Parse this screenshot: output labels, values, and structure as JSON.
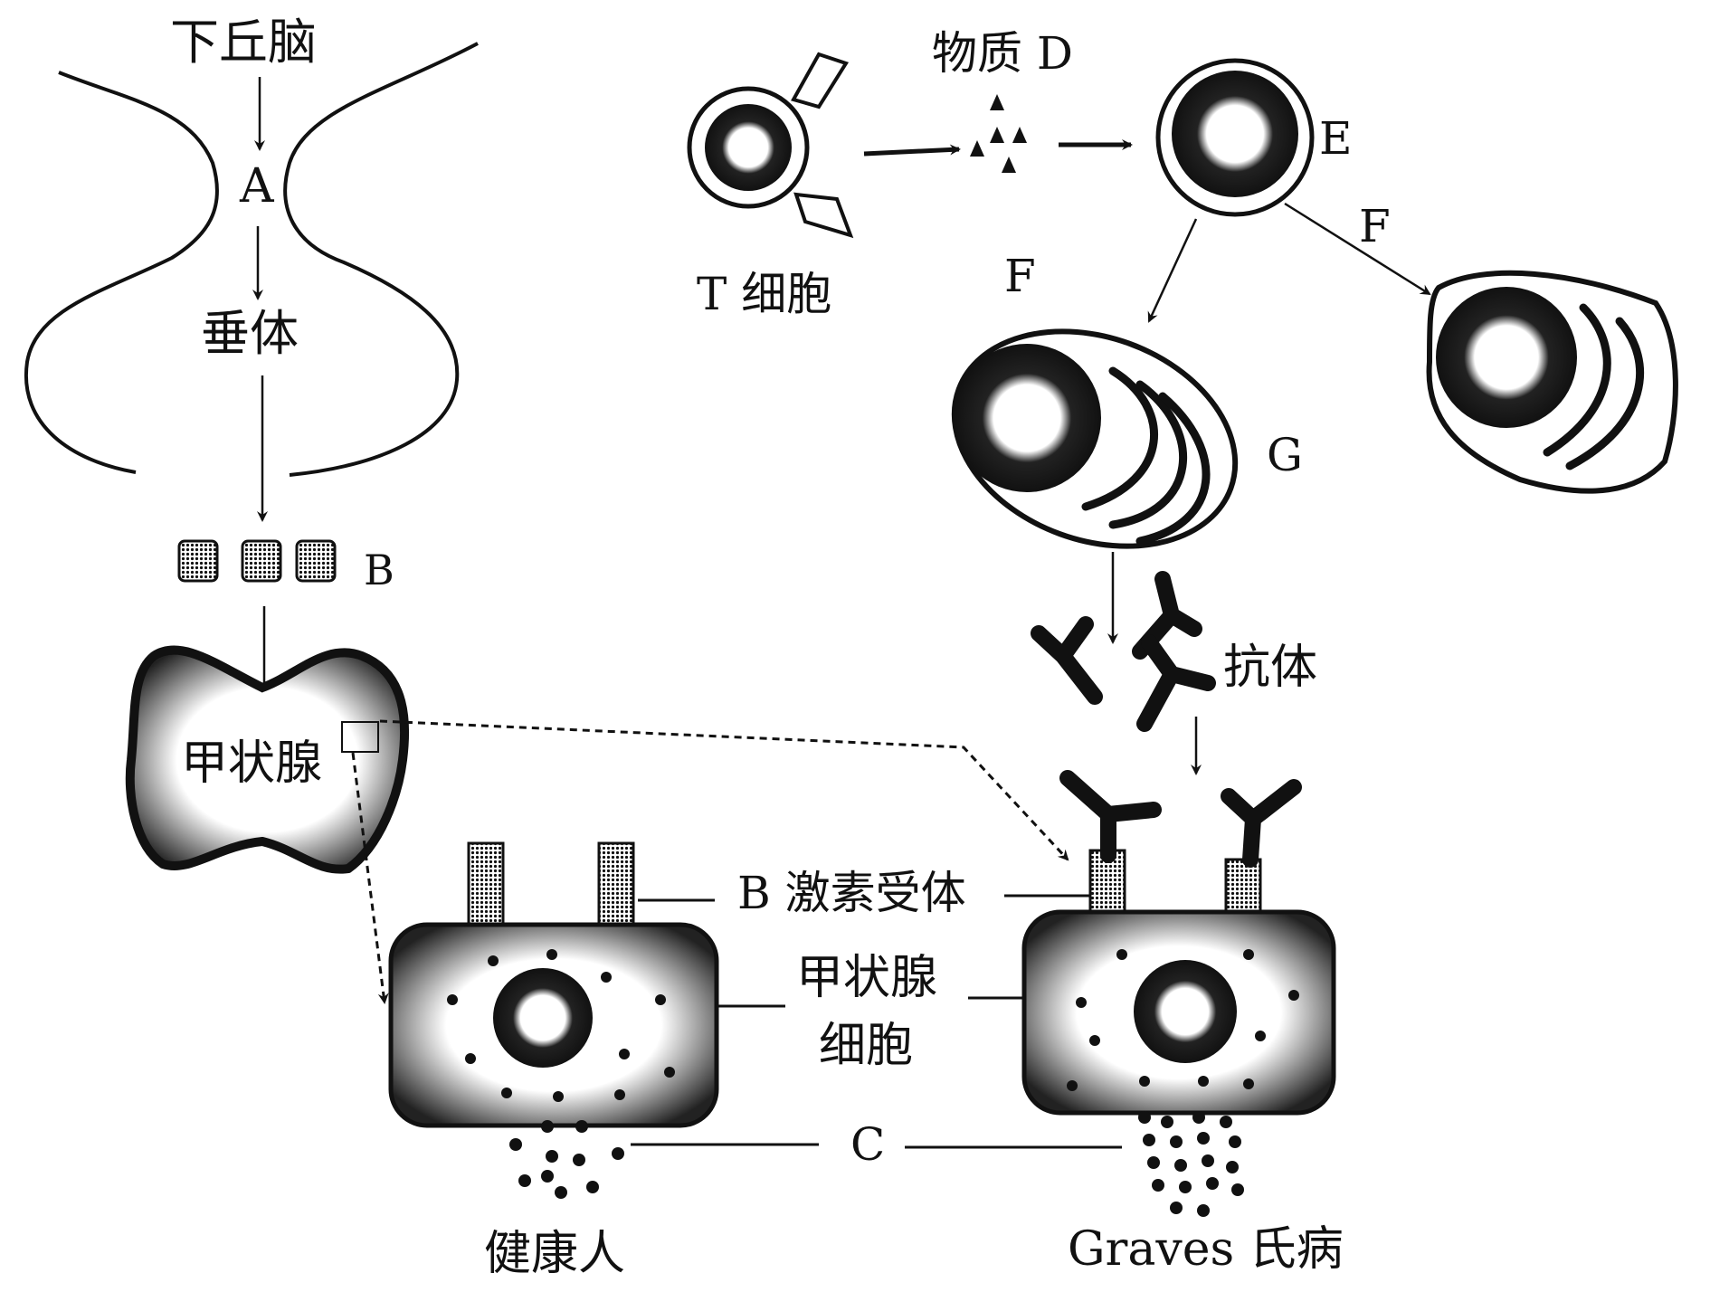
{
  "labels": {
    "hypothalamus": "下丘脑",
    "A": "A",
    "pituitary": "垂体",
    "B": "B",
    "thyroid": "甲状腺",
    "t_cell": "T 细胞",
    "substance_d": "物质 D",
    "E": "E",
    "F_left": "F",
    "F_right": "F",
    "G": "G",
    "antibody": "抗体",
    "b_hormone_receptor": "B 激素受体",
    "thyroid_cell_line1": "甲状腺",
    "thyroid_cell_line2": "细胞",
    "C": "C",
    "healthy_person": "健康人",
    "graves_disease": "Graves 氏病"
  },
  "colors": {
    "ink": "#111111",
    "background": "#ffffff"
  }
}
